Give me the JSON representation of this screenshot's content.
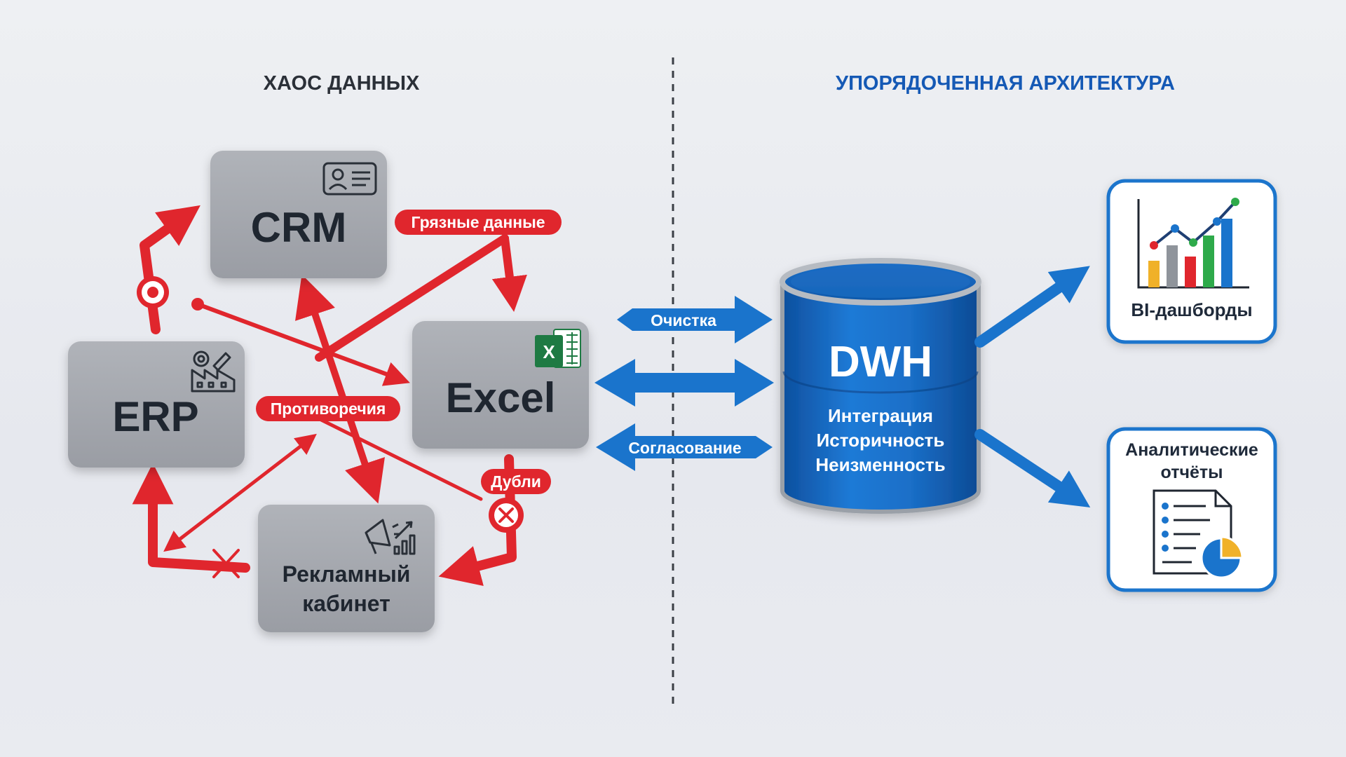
{
  "headings": {
    "left": "ХАОС ДАННЫХ",
    "right": "УПОРЯДОЧЕННАЯ АРХИТЕКТУРА"
  },
  "systems": {
    "crm": "CRM",
    "erp": "ERP",
    "excel": "Excel",
    "excel_icon_letter": "X",
    "ads_line1": "Рекламный",
    "ads_line2": "кабинет"
  },
  "problems": {
    "dirty": "Грязные данные",
    "contradictions": "Противоречия",
    "duplicates": "Дубли"
  },
  "flows": {
    "cleaning": "Очистка",
    "agreement": "Согласование"
  },
  "dwh": {
    "title": "DWH",
    "line1": "Интеграция",
    "line2": "Историчность",
    "line3": "Неизменность"
  },
  "outputs": {
    "bi": "BI-дашборды",
    "reports_line1": "Аналитические",
    "reports_line2": "отчёты"
  },
  "colors": {
    "chaos_red": "#e0262d",
    "order_blue": "#1a74cc",
    "node_gray": "#a3a6ac",
    "node_text": "#1f2630",
    "heading_left": "#2b3038",
    "heading_right": "#1559b5"
  }
}
